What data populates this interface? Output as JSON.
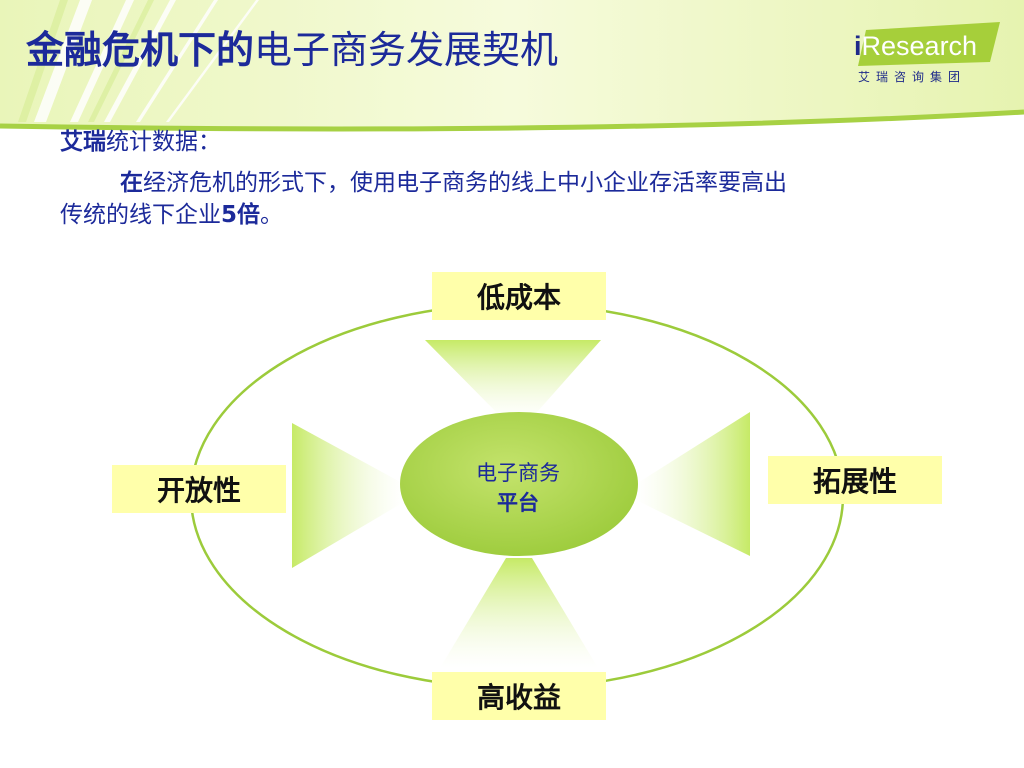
{
  "header": {
    "title_bold": "金融危机下的",
    "title_rest": "电子商务发展契机",
    "logo": {
      "i": "i",
      "word": "Research",
      "subtitle": "艾瑞咨询集团"
    }
  },
  "body": {
    "label_bold": "艾瑞",
    "label_rest": "统计数据：",
    "line1_start": "在",
    "line1_rest": "经济危机的形式下，使用电子商务的线上中小企业存活率要高出",
    "line2_start": "传统的线下企业",
    "line2_number": "5倍",
    "line2_end": "。"
  },
  "diagram": {
    "center": {
      "line1": "电子商务",
      "line2": "平台"
    },
    "top": "低成本",
    "left": "开放性",
    "right": "拓展性",
    "bottom": "高收益"
  },
  "colors": {
    "title": "#1c2a9a",
    "accent_green": "#9ccb3b",
    "box_fill": "#ffffaa",
    "ellipse_fill": "#a6d054"
  }
}
